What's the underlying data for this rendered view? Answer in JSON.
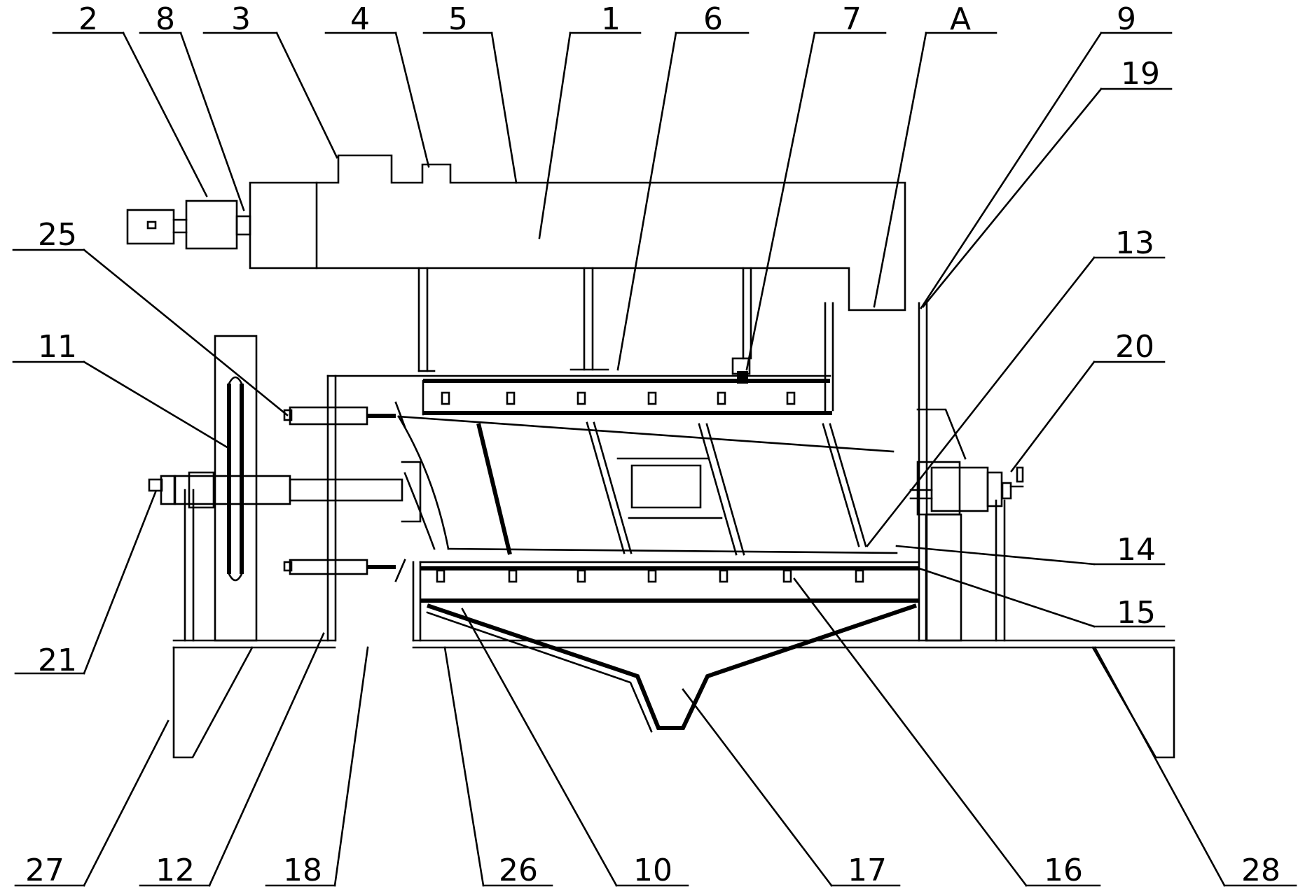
{
  "diagram": {
    "labels": {
      "l2": "2",
      "l8": "8",
      "l3": "3",
      "l4": "4",
      "l5": "5",
      "l1": "1",
      "l6": "6",
      "l7": "7",
      "lA": "A",
      "l9": "9",
      "l19": "19",
      "l25": "25",
      "l13": "13",
      "l11": "11",
      "l20": "20",
      "l14": "14",
      "l15": "15",
      "l21": "21",
      "l27": "27",
      "l12": "12",
      "l18": "18",
      "l26": "26",
      "l10": "10",
      "l17": "17",
      "l16": "16",
      "l28": "28"
    }
  }
}
